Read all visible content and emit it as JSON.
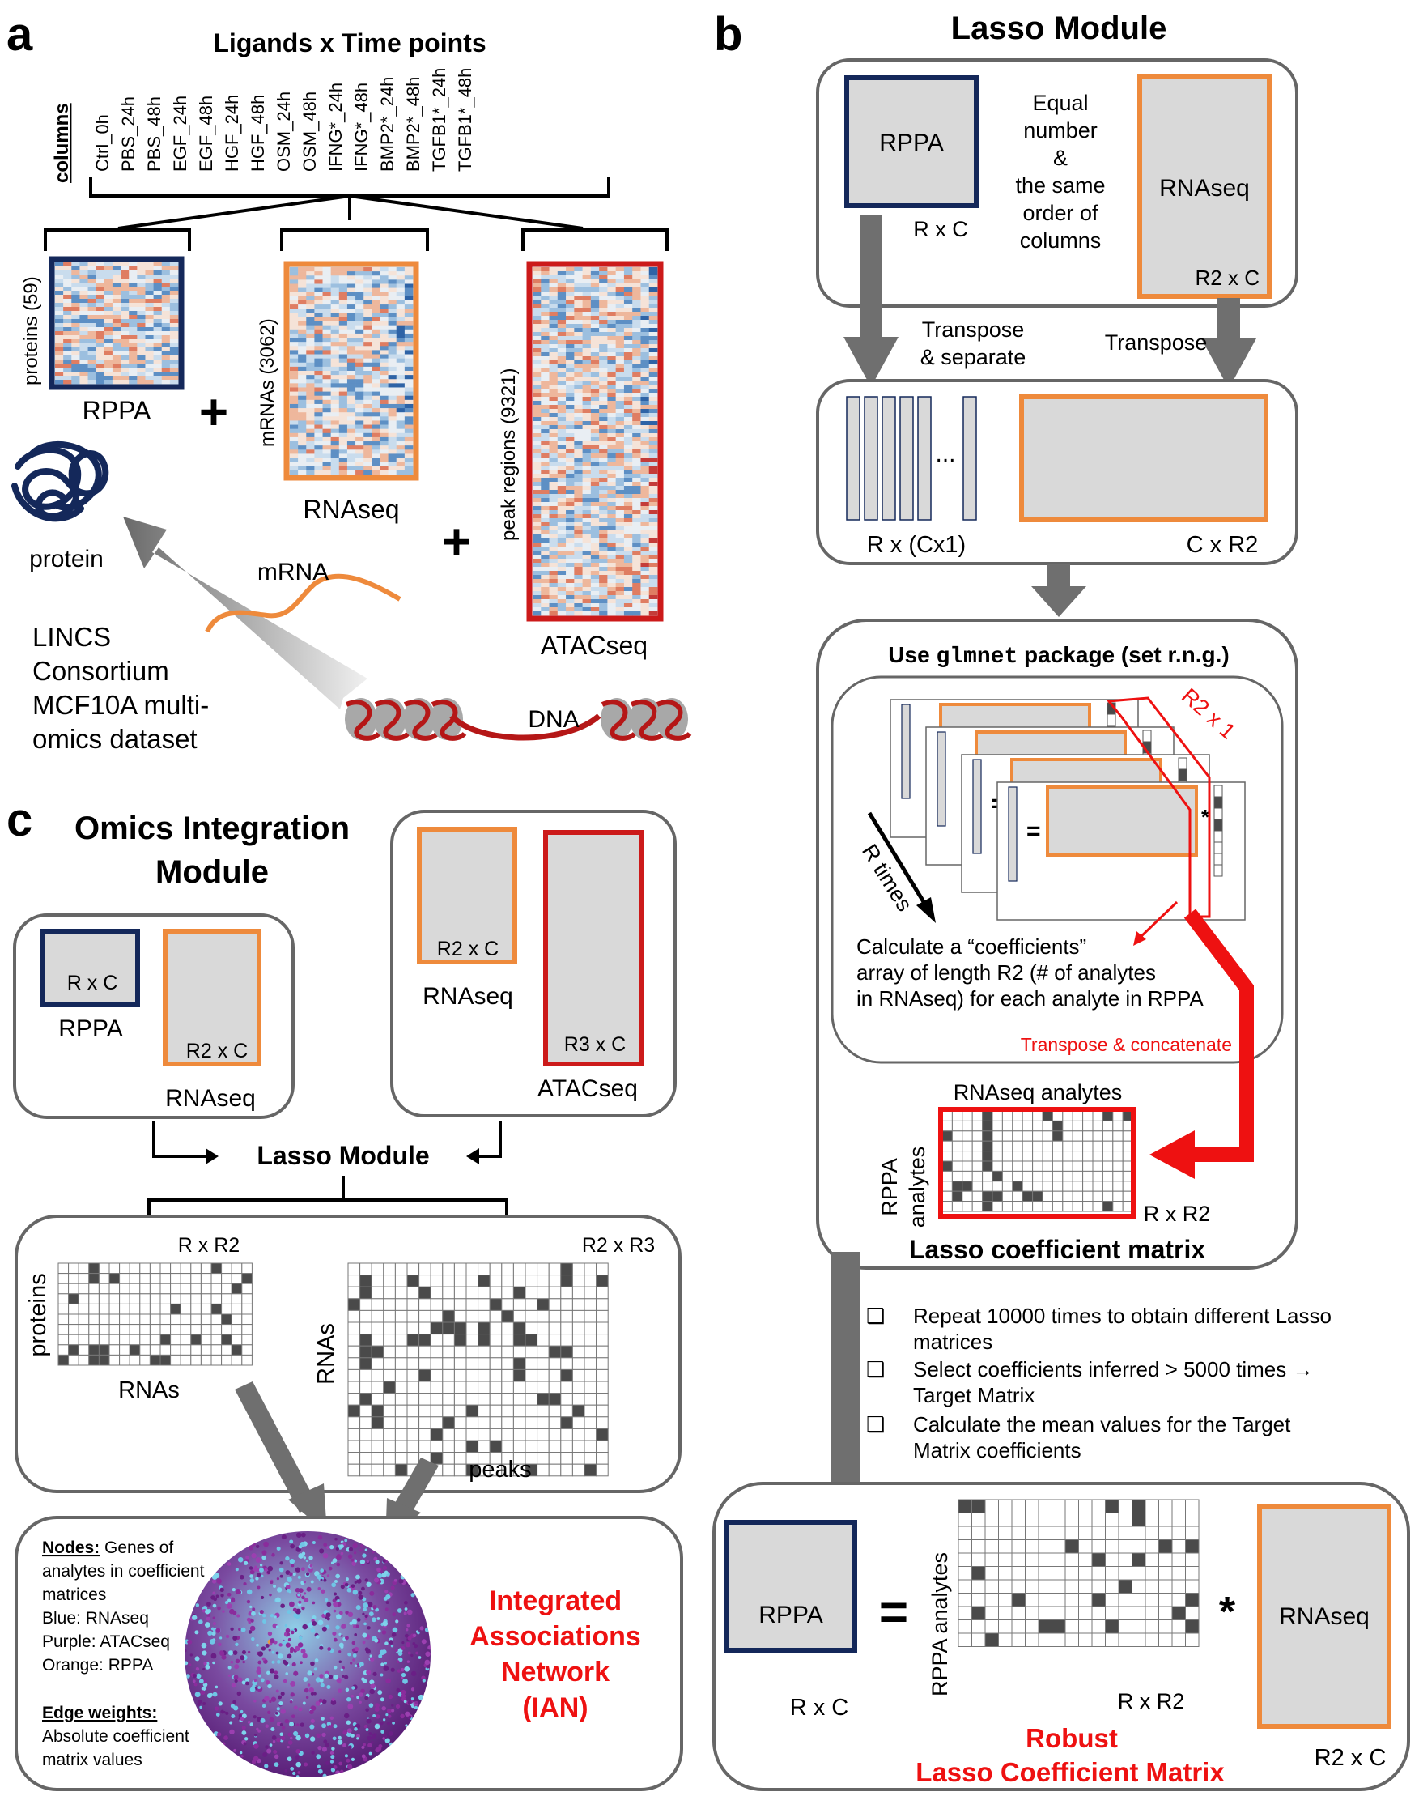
{
  "panel_a": {
    "letter": "a",
    "header": "Ligands x Time points",
    "columns_label": "columns",
    "columns": [
      "Ctrl_0h",
      "PBS_24h",
      "PBS_48h",
      "EGF_24h",
      "EGF_48h",
      "HGF_24h",
      "HGF_48h",
      "OSM_24h",
      "OSM_48h",
      "IFNG*_24h",
      "IFNG*_48h",
      "BMP2*_24h",
      "BMP2*_48h",
      "TGFB1*_24h",
      "TGFB1*_48h"
    ],
    "rppa_axis": "proteins (59)",
    "rppa_label": "RPPA",
    "rna_axis": "mRNAs (3062)",
    "rna_label": "RNAseq",
    "atac_axis": "peak regions (9321)",
    "atac_label": "ATACseq",
    "plus": "+",
    "protein_label": "protein",
    "mrna_label": "mRNA",
    "dna_label": "DNA",
    "dataset_lines": [
      "LINCS",
      "Consortium",
      "MCF10A multi-",
      "omics dataset"
    ]
  },
  "panel_b": {
    "letter": "b",
    "title": "Lasso Module",
    "rppa": "RPPA",
    "rxc": "R x C",
    "note_lines": [
      "Equal",
      "number",
      "&",
      "the same",
      "order of",
      "columns"
    ],
    "rnaseq": "RNAseq",
    "r2xc": "R2 x C",
    "transpose_sep_lines": [
      "Transpose",
      "& separate"
    ],
    "transpose": "Transpose",
    "rxcx1": "R x (Cx1)",
    "cxr2": "C x R2",
    "ellipsis": "...",
    "glmnet_pre": "Use ",
    "glmnet_pkg": "glmnet",
    "glmnet_post": " package (set r.n.g.)",
    "r2x1": "R2 x 1",
    "equals": "=",
    "star": "*",
    "r_times": "R times",
    "calc_lines": [
      "Calculate a “coefficients”",
      "array of length R2 (# of analytes",
      "in RNAseq) for each analyte in RPPA"
    ],
    "transpose_concat": "Transpose & concatenate",
    "rnaseq_analytes": "RNAseq analytes",
    "rppa_analytes_lines": [
      "RPPA",
      "analytes"
    ],
    "rxr2": "R x R2",
    "lasso_matrix_title": "Lasso coefficient matrix",
    "steps": [
      [
        "Repeat 10000 times to obtain different Lasso",
        "matrices"
      ],
      [
        "Select coefficients inferred > 5000 times →",
        "Target Matrix"
      ],
      [
        "Calculate the mean values for the Target",
        "Matrix coefficients"
      ]
    ],
    "bullet": "❑",
    "robust_rppa_analytes": "RPPA analytes",
    "robust_lines": [
      "Robust",
      "Lasso Coefficient Matrix"
    ]
  },
  "panel_c": {
    "letter": "c",
    "title_lines": [
      "Omics Integration",
      "Module"
    ],
    "rxc": "R x C",
    "rppa": "RPPA",
    "r2xc": "R2 x C",
    "rnaseq": "RNAseq",
    "r3xc": "R3 x C",
    "atacseq": "ATACseq",
    "lasso_module": "Lasso Module",
    "rxr2": "R x R2",
    "proteins": "proteins",
    "rnas": "RNAs",
    "r2xr3": "R2 x R3",
    "peaks": "peaks",
    "nodes_head": "Nodes:",
    "nodes_lines": [
      " Genes of",
      "analytes in coefficient",
      "matrices"
    ],
    "legend_lines": [
      "Blue: RNAseq",
      "Purple: ATACseq",
      "Orange: RPPA"
    ],
    "edges_head": "Edge weights:",
    "edges_lines": [
      "Absolute coefficient",
      "matrix values"
    ],
    "ian_lines": [
      "Integrated",
      "Associations",
      "Network",
      "(IAN)"
    ]
  },
  "colors": {
    "navy": "#14285a",
    "orange": "#ee8a3c",
    "red": "#cc1a1a",
    "bright_red": "#ee1111",
    "gray_fill": "#d9d9d9",
    "arrow_gray": "#6f6f6f",
    "dark_cell": "#4a4a4a"
  }
}
